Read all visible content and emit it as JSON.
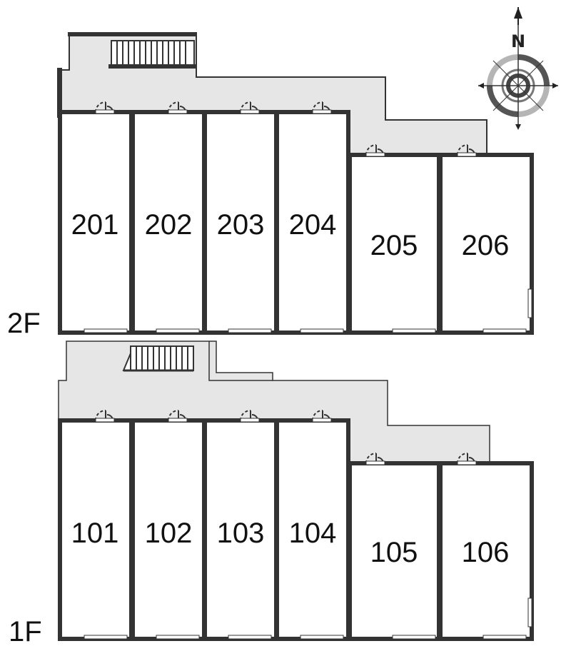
{
  "compass": {
    "north_label": "N"
  },
  "floors": [
    {
      "label": "2F",
      "rooms": [
        "201",
        "202",
        "203",
        "204",
        "205",
        "206"
      ]
    },
    {
      "label": "1F",
      "rooms": [
        "101",
        "102",
        "103",
        "104",
        "105",
        "106"
      ]
    }
  ],
  "colors": {
    "corridor": "#e6e6e6",
    "wall": "#333333",
    "room_fill": "#ffffff"
  }
}
